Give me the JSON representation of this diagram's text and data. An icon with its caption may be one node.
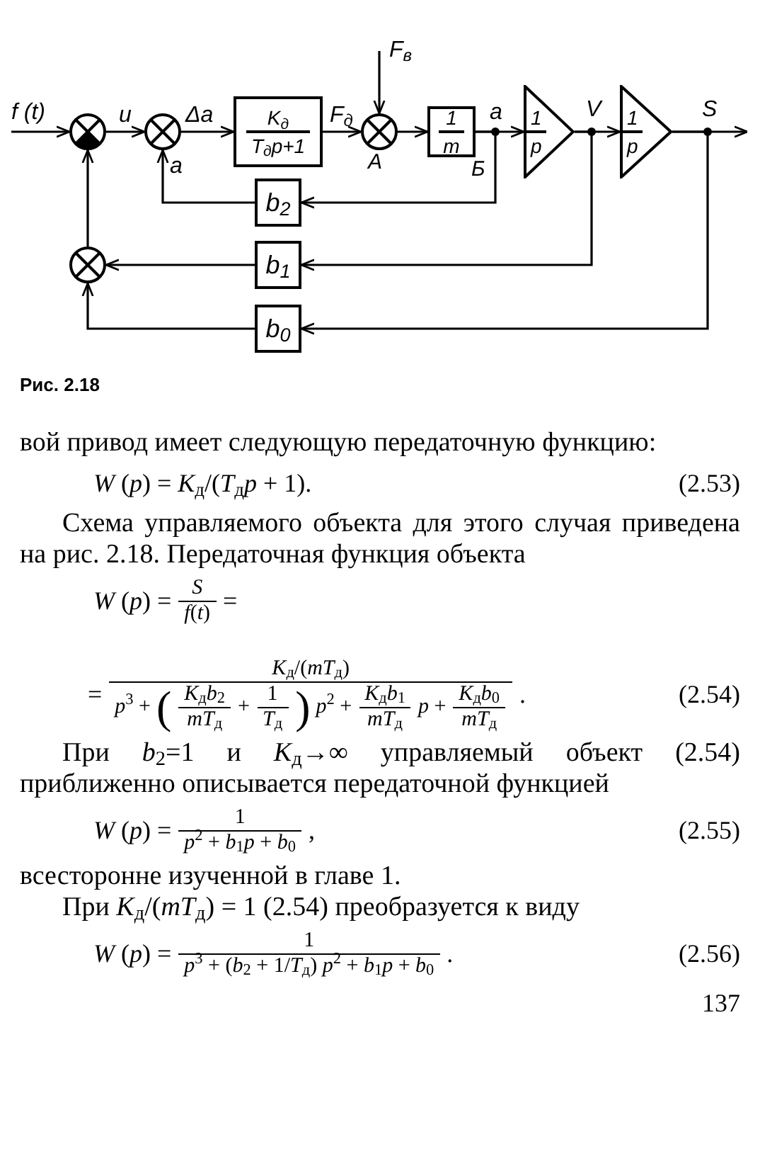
{
  "diagram": {
    "nodes": [
      {
        "text": [],
        "shape": "circle"
      },
      {
        "text": [],
        "shape": "circle"
      },
      {
        "text": [
          "K$_{д}$",
          "T$_{д}$p+1"
        ]
      },
      {
        "text": [],
        "shape": "circle",
        "beside": [
          "A"
        ]
      },
      {
        "text": [
          "1",
          "m"
        ],
        "beside": [
          "Б"
        ]
      },
      {
        "text": [
          "1",
          "p"
        ]
      },
      {
        "text": [
          "1",
          "p"
        ]
      },
      {
        "text": [
          "b$_{2}$"
        ]
      },
      {
        "text": [
          "b$_{1}$"
        ]
      },
      {
        "text": [
          "b$_{0}$"
        ]
      },
      {
        "text": [],
        "shape": "circle"
      }
    ],
    "edges": [
      {
        "from": null,
        "to": 0,
        "arrow": "to",
        "label": "f (t)"
      },
      {
        "from": 0,
        "to": 1,
        "arrow": "to",
        "label": "u"
      },
      {
        "from": 1,
        "to": 2,
        "arrow": "to",
        "label": "Δa"
      },
      {
        "from": 2,
        "to": 3,
        "arrow": "to",
        "label": "F$_{д}$"
      },
      {
        "from": null,
        "to": 3,
        "arrow": "to",
        "label": "F$_{в}$"
      },
      {
        "from": 3,
        "to": 4,
        "arrow": "to"
      },
      {
        "from": 4,
        "to": 5,
        "arrow": "to",
        "label": "a"
      },
      {
        "from": 4,
        "to": 7,
        "arrow": "to"
      },
      {
        "from": 7,
        "to": 1,
        "arrow": "to",
        "label": "a"
      },
      {
        "from": 5,
        "to": 6,
        "arrow": "to",
        "label": "V"
      },
      {
        "from": 5,
        "to": 8,
        "arrow": "to"
      },
      {
        "from": 8,
        "to": 10,
        "arrow": "to"
      },
      {
        "from": 10,
        "to": 0,
        "arrow": "to"
      },
      {
        "from": 6,
        "to": null,
        "arrow": "to",
        "label": "S"
      },
      {
        "from": 6,
        "to": 9,
        "arrow": "to"
      },
      {
        "from": 9,
        "to": 10,
        "arrow": "to"
      }
    ],
    "labels": [
      "Рис. 2.18",
      "вой привод имеет следующую передаточную функцию:",
      "*W* (*p*) = *K*$_{д}$/(*T*$_{д}$*p* + 1).",
      "(2.53)",
      "Схема управляемого объекта для этого случая приведена на рис. 2.18. Передаточная функция объекта",
      "*W* (*p*) =",
      "S",
      "*f*(*t*)",
      "=",
      "=",
      "*K*$_{д}$/(*mT*$_{д}$)",
      "*p*$^{3}$ +",
      "(",
      "*K*$_{д}$*b*$_{2}$",
      "*mT*$_{д}$",
      "+",
      "1",
      "*T*$_{д}$",
      ")",
      "*p*$^{2}$ +",
      "*K*$_{д}$*b*$_{1}$",
      "*mT*$_{д}$",
      "*p* +",
      "*K*$_{д}$*b*$_{0}$",
      "*mT*$_{д}$",
      ".",
      "(2.54)",
      "При *b*$_{2}$=1 и *K*$_{д}$→∞ управляемый объект (2.54) приближенно описывается передаточной функцией",
      "*W* (*p*) =",
      "1",
      "*p*$^{2}$ + *b*$_{1}$*p* + *b*$_{0}$",
      ",",
      "(2.55)",
      "всесторонне изученной в главе 1.",
      "При *K*$_{д}$/(*mT*$_{д}$) = 1 (2.54) преобразуется к виду",
      "*W* (*p*) =",
      "1",
      "*p*$^{3}$ + (*b*$_{2}$ + 1/*T*$_{д}$) *p*$^{2}$ + *b*$_{1}$*p* + *b*$_{0}$",
      ".",
      "(2.56)",
      "137"
    ]
  }
}
